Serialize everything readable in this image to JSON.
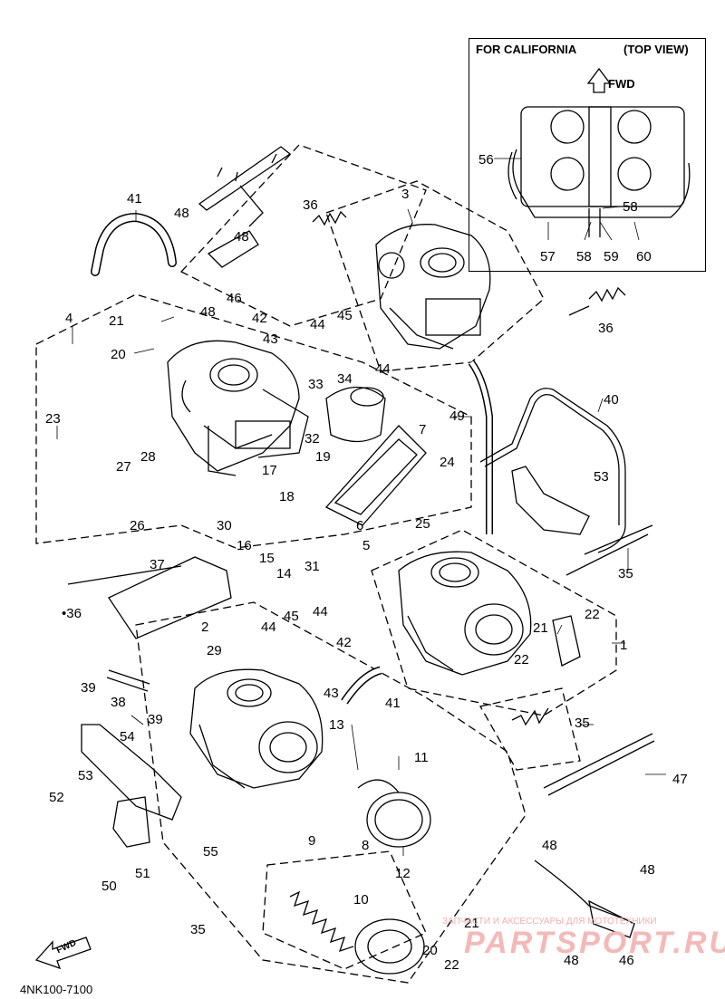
{
  "diagram": {
    "inset": {
      "title": "FOR CALIFORNIA",
      "subtitle": "(TOP VIEW)",
      "fwd": "FWD"
    },
    "part_code": "4NK100-7100",
    "fwd_arrow_label": "FWD",
    "watermark": {
      "small": "ЗАПЧАСТИ И АКСЕССУАРЫ ДЛЯ МОТОТЕХНИКИ",
      "big": "PARTSPORT.RU"
    },
    "labels": {
      "l1": "1",
      "l2": "2",
      "l3": "3",
      "l4": "4",
      "l5": "5",
      "l6": "6",
      "l7": "7",
      "l8": "8",
      "l9": "9",
      "l10": "10",
      "l11": "11",
      "l12": "12",
      "l13": "13",
      "l14": "14",
      "l15": "15",
      "l16": "16",
      "l17": "17",
      "l18": "18",
      "l19": "19",
      "l20a": "20",
      "l20b": "20",
      "l21a": "21",
      "l21b": "21",
      "l21c": "21",
      "l22a": "22",
      "l22b": "22",
      "l22c": "22",
      "l23": "23",
      "l24": "24",
      "l25": "25",
      "l26": "26",
      "l27": "27",
      "l28": "28",
      "l29": "29",
      "l30": "30",
      "l31": "31",
      "l32": "32",
      "l33": "33",
      "l34": "34",
      "l35a": "35",
      "l35b": "35",
      "l35c": "35",
      "l36a": "36",
      "l36b": "36",
      "l36c": "•36",
      "l37": "37",
      "l38": "38",
      "l39a": "39",
      "l39b": "39",
      "l40": "40",
      "l41a": "41",
      "l41b": "41",
      "l42a": "42",
      "l42b": "42",
      "l43a": "43",
      "l43b": "43",
      "l44a": "44",
      "l44b": "44",
      "l44c": "44",
      "l44d": "44",
      "l45a": "45",
      "l45b": "45",
      "l46a": "46",
      "l46b": "46",
      "l47": "47",
      "l48a": "48",
      "l48b": "48",
      "l48c": "48",
      "l48d": "48",
      "l48e": "48",
      "l48f": "48",
      "l49": "49",
      "l50": "50",
      "l51": "51",
      "l52": "52",
      "l53a": "53",
      "l53b": "53",
      "l54": "54",
      "l55": "55",
      "l56": "56",
      "l57": "57",
      "l58a": "58",
      "l58b": "58",
      "l59": "59",
      "l60": "60"
    }
  }
}
